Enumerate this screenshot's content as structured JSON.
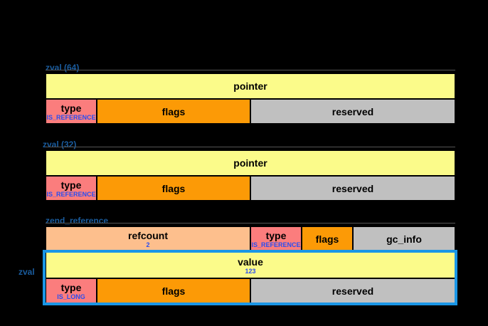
{
  "sections": {
    "zval_top": {
      "label": "zval (64)"
    },
    "zval_middle": {
      "label": "zval (32)"
    },
    "zend_reference": {
      "label": "zend_reference"
    },
    "zval_inner": {
      "label": "zval"
    }
  },
  "row1": {
    "pointer": "pointer",
    "type": "type",
    "type_sub": "IS_REFERENCE",
    "flags": "flags",
    "reserved": "reserved"
  },
  "row2": {
    "pointer": "pointer",
    "type": "type",
    "type_sub": "IS_REFERENCE",
    "flags": "flags",
    "reserved": "reserved"
  },
  "row3": {
    "refcount": "refcount",
    "refcount_value": "2",
    "type": "type",
    "type_sub": "IS_REFERENCE",
    "flags": "flags",
    "gc_info": "gc_info",
    "value": "value",
    "value_num": "123",
    "inner_type": "type",
    "inner_type_sub": "IS_LONG",
    "inner_flags": "flags",
    "inner_reserved": "reserved"
  },
  "colors": {
    "background": "#000000",
    "value_yellow": "#fbfb8a",
    "type_pink": "#fb7d7d",
    "flags_orange": "#fc9a06",
    "reserved_gray": "#c0c0c0",
    "refcount_peach": "#fdbf8d",
    "highlight_blue": "#1a96e6",
    "label_blue": "#1a5c9e",
    "subtext_blue": "#2a4ef0"
  }
}
